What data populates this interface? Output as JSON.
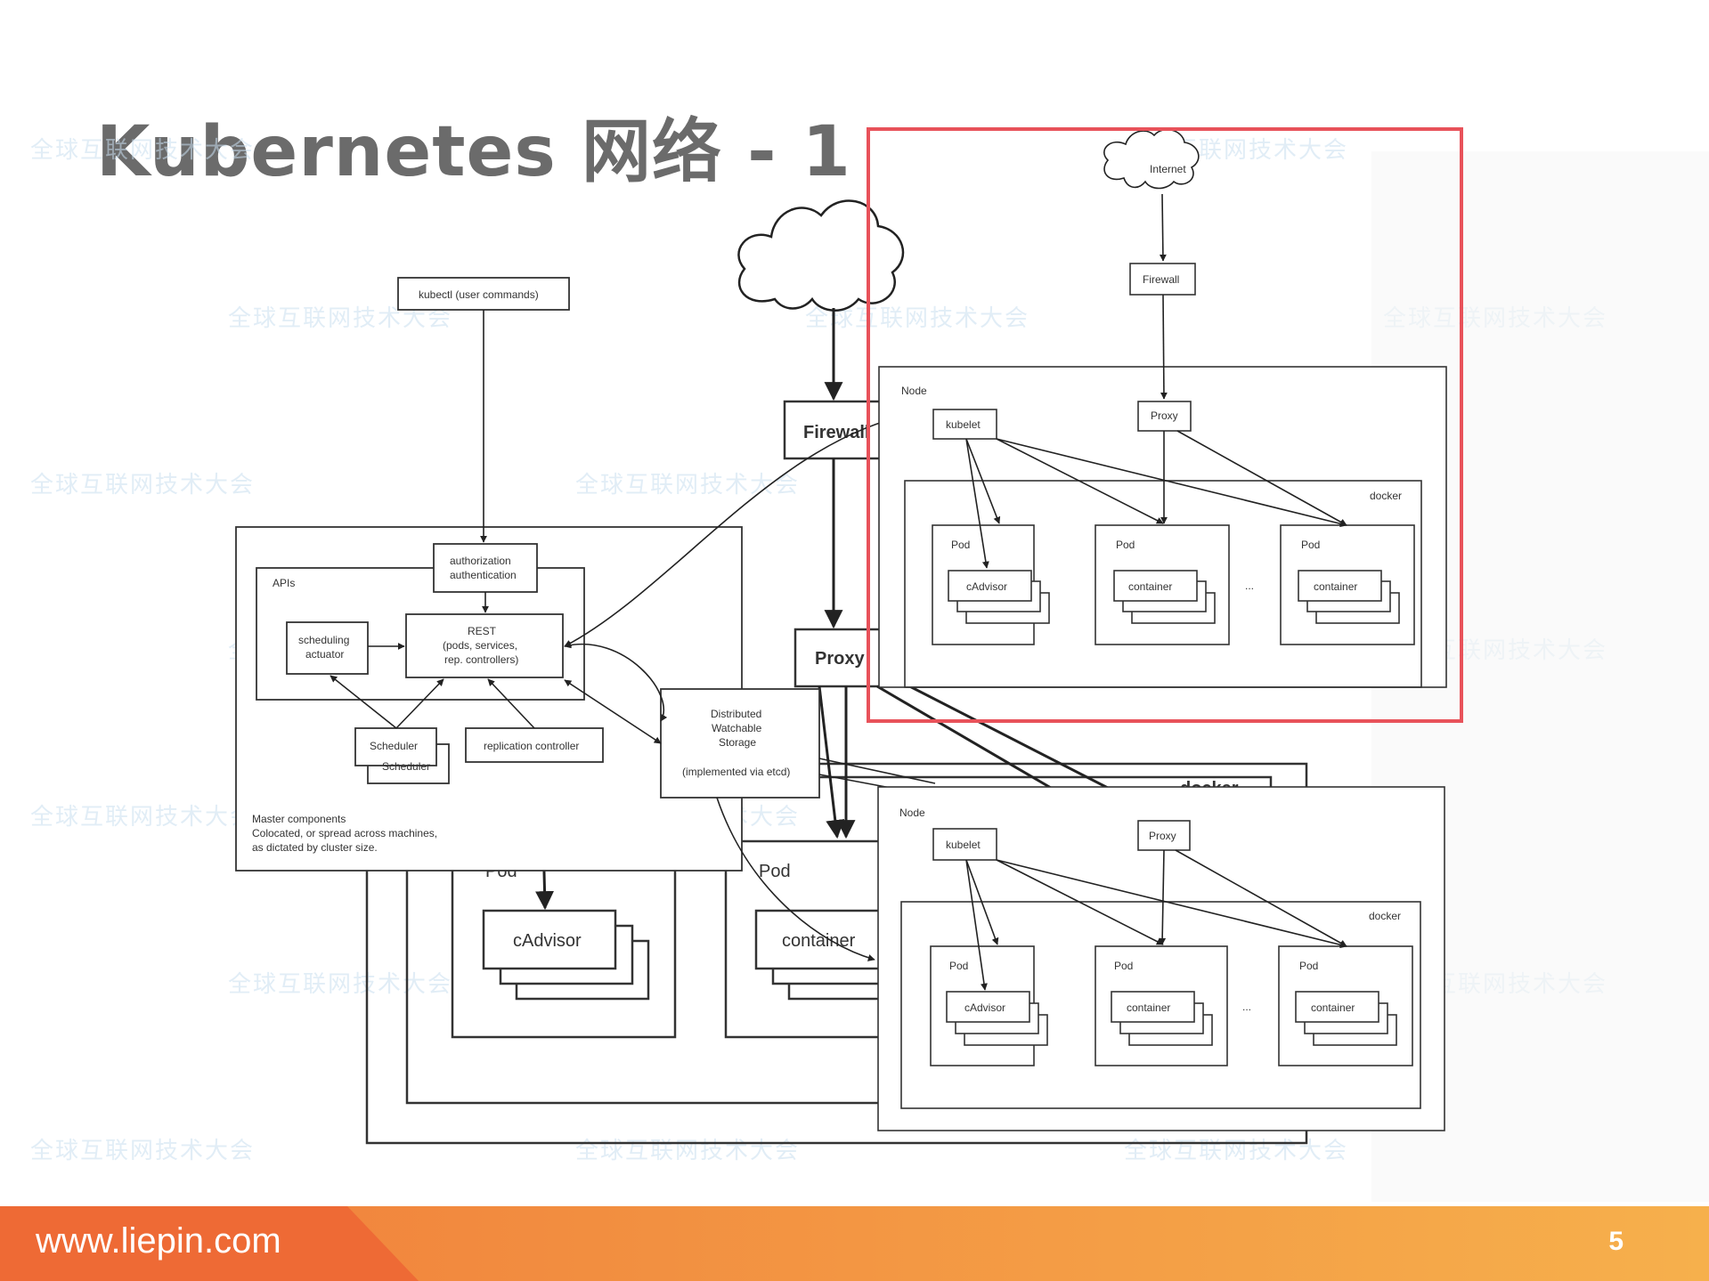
{
  "slide": {
    "title": "Kubernetes 网络 - 1",
    "page_number": "5",
    "footer_url": "www.liepin.com"
  },
  "watermark": "全球互联网技术大会",
  "colors": {
    "footer_start": "#f07c3a",
    "footer_end": "#f6b04c",
    "highlight": "#e8525a",
    "title": "#6b6b6b"
  },
  "diagram": {
    "internet": "Internet",
    "firewall": "Firewall",
    "proxy": "Proxy",
    "docker": "docker",
    "pod": "Pod",
    "cadvisor": "cAdvisor",
    "container": "container",
    "kubectl": "kubectl (user commands)",
    "auth": [
      "authorization",
      "authentication"
    ],
    "apis": "APIs",
    "scheduling": [
      "scheduling",
      "actuator"
    ],
    "rest": [
      "REST",
      "(pods, services,",
      "rep. controllers)"
    ],
    "scheduler": "Scheduler",
    "replication": "replication controller",
    "storage": [
      "Distributed",
      "Watchable",
      "Storage",
      "(implemented via etcd)"
    ],
    "master": [
      "Master components",
      "Colocated, or spread across machines,",
      "as dictated by cluster size."
    ],
    "node": "Node",
    "kubelet": "kubelet",
    "ellipsis": "..."
  }
}
